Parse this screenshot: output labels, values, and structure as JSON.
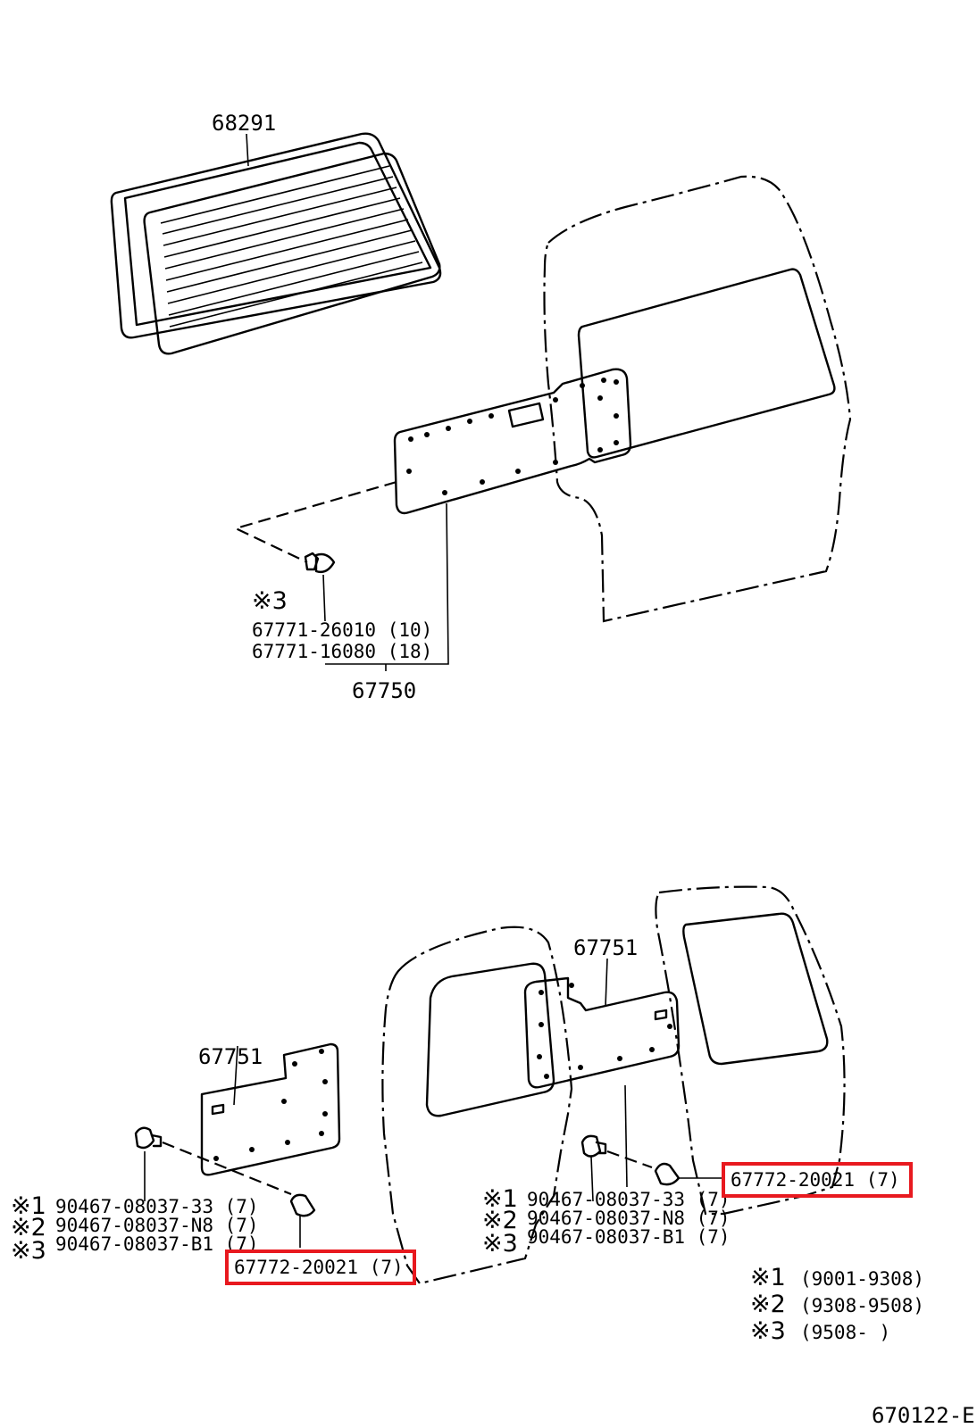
{
  "parts": {
    "glass": "68291",
    "board_upper": "67750",
    "board_lower_left": "67751",
    "board_lower_right": "67751",
    "clip_upper_1": "67771-26010 (10)",
    "clip_upper_2": "67771-16080 (18)",
    "clip_lower": "67772-20021 (7)"
  },
  "marks": {
    "mark1": "※1",
    "mark2": "※2",
    "mark3": "※3"
  },
  "lower_left_clips": {
    "c1": "90467-08037-33 (7)",
    "c2": "90467-08037-N8 (7)",
    "c3": "90467-08037-B1 (7)"
  },
  "lower_right_clips": {
    "c1": "90467-08037-33 (7)",
    "c2": "90467-08037-N8 (7)",
    "c3": "90467-08037-B1 (7)"
  },
  "legend": {
    "r1": "(9001-9308)",
    "r2": "(9308-9508)",
    "r3": "(9508-      )"
  },
  "footer": {
    "ref": "670122-E"
  },
  "colors": {
    "highlight": "#e8191f",
    "ink": "#000000"
  }
}
